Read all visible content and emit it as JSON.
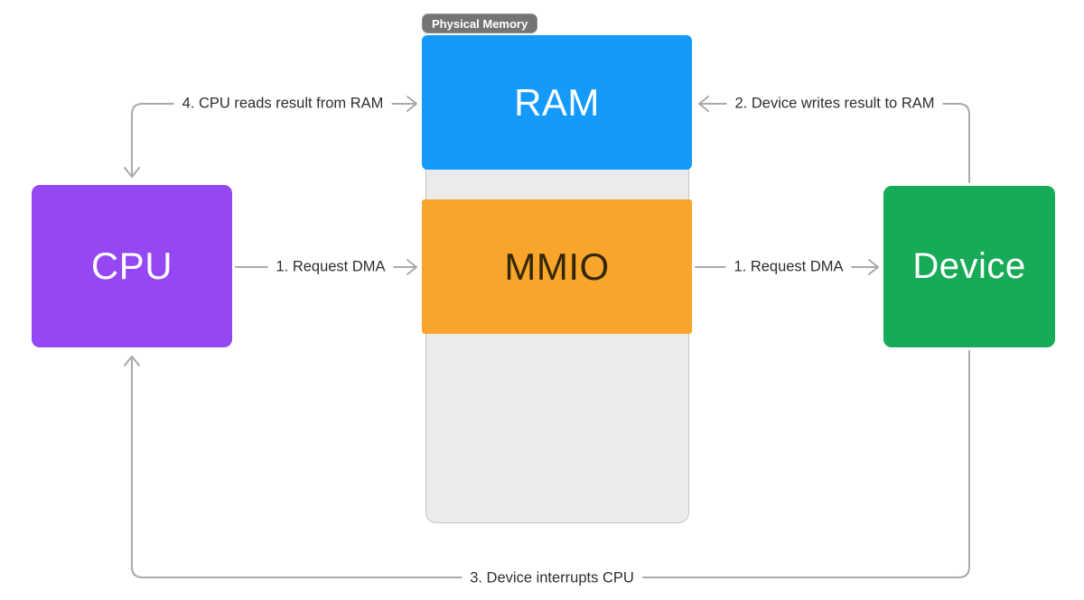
{
  "diagram": {
    "badge": {
      "label": "Physical Memory"
    },
    "nodes": [
      {
        "id": "cpu",
        "label": "CPU",
        "color": "#9447f2",
        "text_color": "#ffffff"
      },
      {
        "id": "ram",
        "label": "RAM",
        "color": "#149afb",
        "text_color": "#ffffff"
      },
      {
        "id": "mmio",
        "label": "MMIO",
        "color": "#f9a52b",
        "text_color": "#342708"
      },
      {
        "id": "device",
        "label": "Device",
        "color": "#17ab57",
        "text_color": "#ffffff"
      }
    ],
    "memory_column": {
      "fill": "#ebebeb",
      "border": "#c6c6c6"
    },
    "arrows": [
      {
        "id": "request-dma-cpu-to-mmio",
        "label": "1. Request DMA",
        "from": "cpu",
        "to": "mmio"
      },
      {
        "id": "request-dma-mmio-to-device",
        "label": "1. Request DMA",
        "from": "mmio",
        "to": "device"
      },
      {
        "id": "device-writes-result-to-ram",
        "label": "2. Device writes result to RAM",
        "from": "device",
        "to": "ram"
      },
      {
        "id": "device-interrupts-cpu",
        "label": "3. Device interrupts CPU",
        "from": "device",
        "to": "cpu"
      },
      {
        "id": "cpu-reads-result-from-ram",
        "label": "4. CPU reads result from RAM",
        "from": "cpu",
        "to": "ram"
      }
    ],
    "connector_color": "#a9a9a9",
    "label_text_color": "#2e2e2e"
  }
}
